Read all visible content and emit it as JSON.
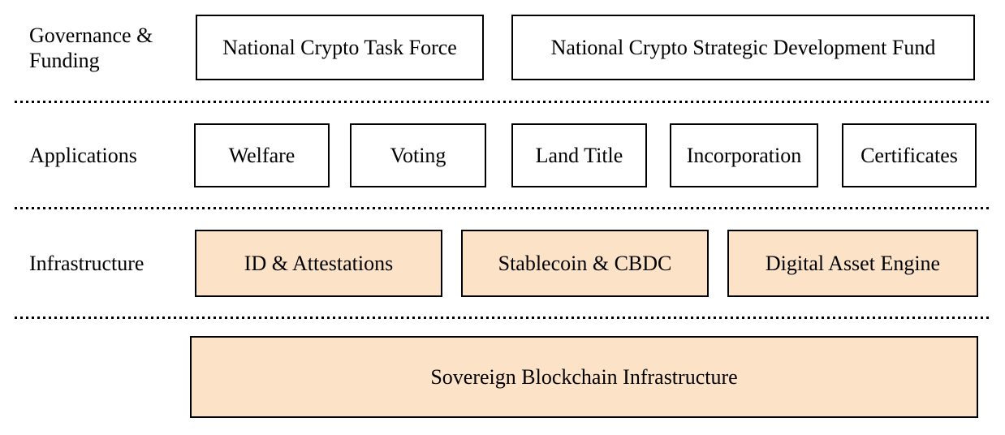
{
  "colors": {
    "background": "#ffffff",
    "box_fill_plain": "#ffffff",
    "box_fill_accent": "#fce3c8",
    "border": "#000000",
    "text": "#000000"
  },
  "rows": [
    {
      "label": "Governance &\nFunding",
      "boxes": [
        {
          "label": "National Crypto Task Force"
        },
        {
          "label": "National Crypto Strategic Development Fund"
        }
      ]
    },
    {
      "label": "Applications",
      "boxes": [
        {
          "label": "Welfare"
        },
        {
          "label": "Voting"
        },
        {
          "label": "Land Title"
        },
        {
          "label": "Incorporation"
        },
        {
          "label": "Certificates"
        }
      ]
    },
    {
      "label": "Infrastructure",
      "boxes": [
        {
          "label": "ID & Attestations"
        },
        {
          "label": "Stablecoin & CBDC"
        },
        {
          "label": "Digital Asset Engine"
        }
      ]
    }
  ],
  "base": {
    "label": "Sovereign Blockchain Infrastructure"
  }
}
